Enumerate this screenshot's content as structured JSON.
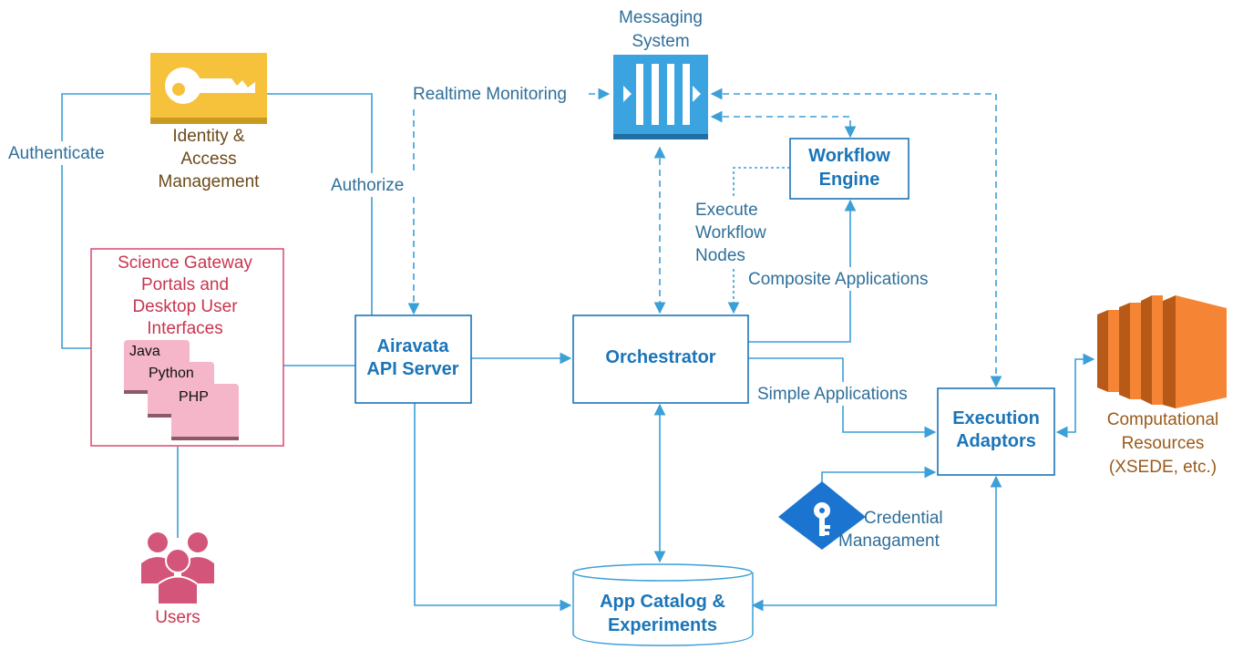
{
  "nodes": {
    "messaging": {
      "line1": "Messaging",
      "line2": "System"
    },
    "iam": {
      "line1": "Identity &",
      "line2": "Access",
      "line3": "Management"
    },
    "gateway": {
      "line1": "Science Gateway",
      "line2": "Portals and",
      "line3": "Desktop User",
      "line4": "Interfaces",
      "cards": [
        "Java",
        "Python",
        "PHP"
      ]
    },
    "api": {
      "line1": "Airavata",
      "line2": "API Server"
    },
    "orchestrator": {
      "label": "Orchestrator"
    },
    "workflow": {
      "line1": "Workflow",
      "line2": "Engine"
    },
    "execution": {
      "line1": "Execution",
      "line2": "Adaptors"
    },
    "catalog": {
      "line1": "App Catalog &",
      "line2": "Experiments"
    },
    "credential": {
      "line1": "Credential",
      "line2": "Managament"
    },
    "resources": {
      "line1": "Computational",
      "line2": "Resources",
      "line3": "(XSEDE, etc.)"
    },
    "users": {
      "label": "Users"
    }
  },
  "edge_labels": {
    "authenticate": "Authenticate",
    "authorize": "Authorize",
    "realtime": "Realtime Monitoring",
    "execute1": "Execute",
    "execute2": "Workflow",
    "execute3": "Nodes",
    "composite": "Composite Applications",
    "simple": "Simple Applications"
  },
  "colors": {
    "accent": "#3b9fd8",
    "box_title": "#1b75b8",
    "gateway_border": "#d94a6e",
    "iam_yellow": "#f7c23b",
    "aws_orange": "#f58534",
    "users_pink": "#d4557a",
    "card_pink": "#f4b6c8"
  }
}
